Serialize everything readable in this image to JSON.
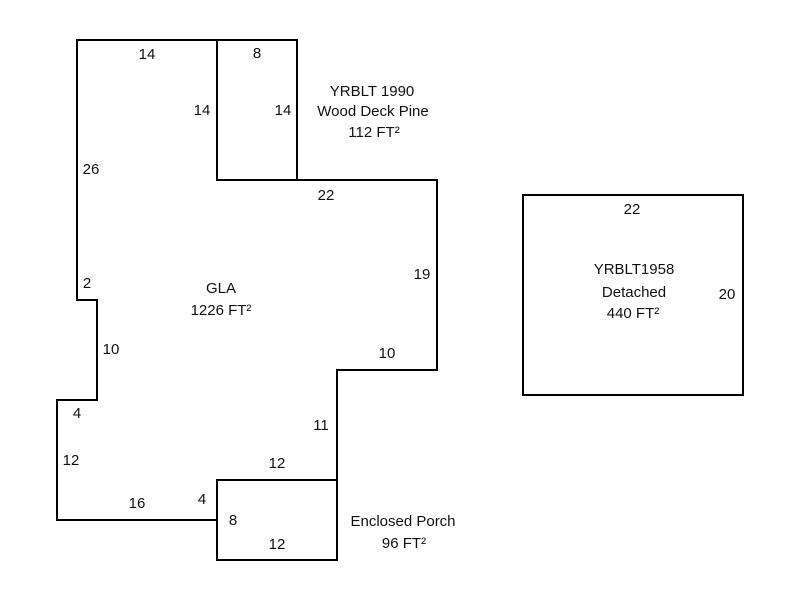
{
  "gla": {
    "name": "GLA",
    "area": "1226 FT²",
    "dims": [
      "14",
      "26",
      "2",
      "10",
      "4",
      "12",
      "16",
      "4",
      "12",
      "11",
      "10",
      "19",
      "22",
      "14"
    ]
  },
  "deck": {
    "line1": "YRBLT 1990",
    "line2": "Wood Deck Pine",
    "area": "112 FT²",
    "dims": [
      "8",
      "14"
    ]
  },
  "porch": {
    "line1": "Enclosed Porch",
    "area": "96 FT²",
    "dims": [
      "8",
      "12"
    ]
  },
  "garage": {
    "line1": "YRBLT1958",
    "line2": "Detached",
    "area": "440 FT²",
    "dims": [
      "22",
      "20"
    ]
  }
}
